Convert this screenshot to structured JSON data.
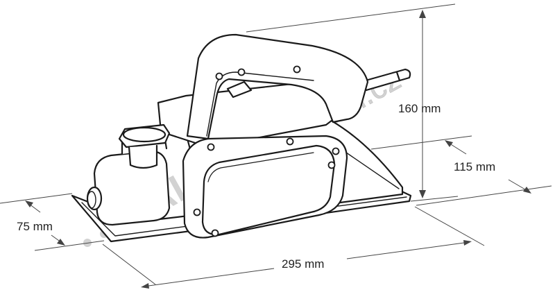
{
  "dimensions": {
    "height_total": "160 mm",
    "height_body": "115 mm",
    "width": "75 mm",
    "length": "295 mm"
  },
  "watermark": {
    "brand": "SALEX",
    "domain": "naradi.cz"
  },
  "colors": {
    "line": "#1a1a1a",
    "dimension": "#444444",
    "watermark": "#d2d2d2"
  }
}
